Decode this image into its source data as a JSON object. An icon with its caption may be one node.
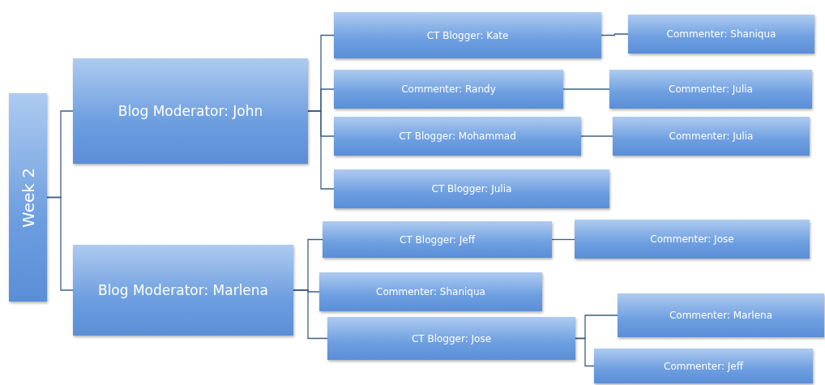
{
  "diagram": {
    "nodes": [
      {
        "text": [
          "Week 2"
        ]
      },
      {
        "text": [
          "Blog Moderator: John"
        ]
      },
      {
        "text": [
          "Blog Moderator: Marlena"
        ]
      },
      {
        "text": [
          "CT Blogger: Kate"
        ]
      },
      {
        "text": [
          "Commenter: Shaniqua"
        ]
      },
      {
        "text": [
          "Commenter: Randy"
        ]
      },
      {
        "text": [
          "Commenter: Julia"
        ]
      },
      {
        "text": [
          "CT Blogger: Mohammad"
        ]
      },
      {
        "text": [
          "Commenter: Julia"
        ]
      },
      {
        "text": [
          "CT Blogger: Julia"
        ]
      },
      {
        "text": [
          "CT Blogger: Jeff"
        ]
      },
      {
        "text": [
          "Commenter: Jose"
        ]
      },
      {
        "text": [
          "Commenter: Shaniqua"
        ]
      },
      {
        "text": [
          "CT Blogger: Jose"
        ]
      },
      {
        "text": [
          "Commenter: Marlena"
        ]
      },
      {
        "text": [
          "Commenter: Jeff"
        ]
      }
    ],
    "edges": [
      {
        "from": 0,
        "to": 1,
        "arrow": "none"
      },
      {
        "from": 0,
        "to": 2,
        "arrow": "none"
      },
      {
        "from": 1,
        "to": 3,
        "arrow": "none"
      },
      {
        "from": 1,
        "to": 5,
        "arrow": "none"
      },
      {
        "from": 1,
        "to": 7,
        "arrow": "none"
      },
      {
        "from": 1,
        "to": 9,
        "arrow": "none"
      },
      {
        "from": 3,
        "to": 4,
        "arrow": "none"
      },
      {
        "from": 5,
        "to": 6,
        "arrow": "none"
      },
      {
        "from": 7,
        "to": 8,
        "arrow": "none"
      },
      {
        "from": 2,
        "to": 10,
        "arrow": "none"
      },
      {
        "from": 2,
        "to": 12,
        "arrow": "none"
      },
      {
        "from": 2,
        "to": 13,
        "arrow": "none"
      },
      {
        "from": 10,
        "to": 11,
        "arrow": "none"
      },
      {
        "from": 13,
        "to": 14,
        "arrow": "none"
      },
      {
        "from": 13,
        "to": 15,
        "arrow": "none"
      }
    ]
  }
}
